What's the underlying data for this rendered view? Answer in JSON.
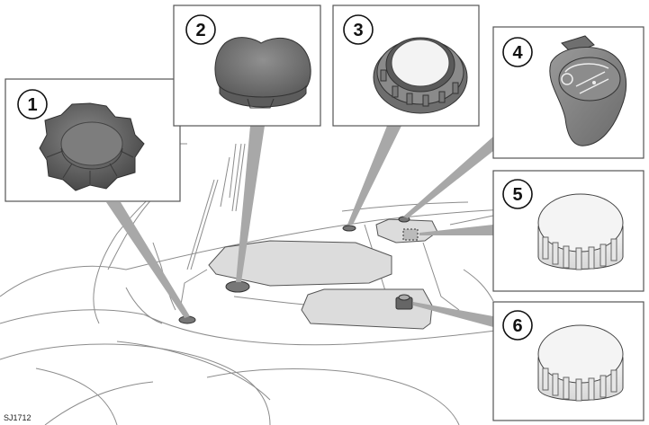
{
  "figure": {
    "reference_code": "SJ1712",
    "callouts": [
      {
        "id": "1",
        "label": "1"
      },
      {
        "id": "2",
        "label": "2"
      },
      {
        "id": "3",
        "label": "3"
      },
      {
        "id": "4",
        "label": "4"
      },
      {
        "id": "5",
        "label": "5"
      },
      {
        "id": "6",
        "label": "6"
      }
    ]
  },
  "colors": {
    "outline": "#555555",
    "panel_fill": "#dcdcdc",
    "cap_dark": "#6a6a6a",
    "cap_light": "#f4f4f4",
    "leader": "#9a9a9a"
  }
}
